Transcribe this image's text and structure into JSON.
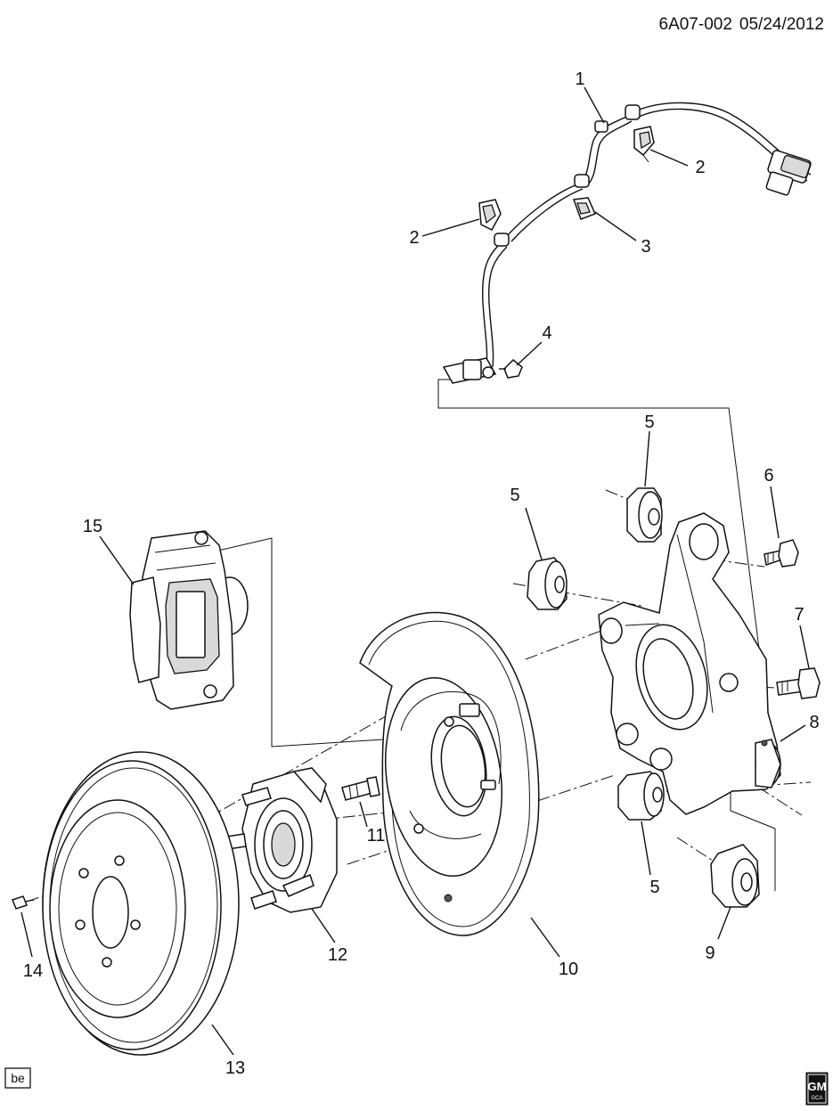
{
  "header": {
    "diagram_code": "6A07-002",
    "date": "05/24/2012"
  },
  "badge": {
    "text": "be"
  },
  "logo": {
    "main": "GM",
    "sub": "GCA"
  },
  "callouts": {
    "c1": "1",
    "c2a": "2",
    "c2b": "2",
    "c3": "3",
    "c4": "4",
    "c5a": "5",
    "c5b": "5",
    "c5c": "5",
    "c6": "6",
    "c7": "7",
    "c8": "8",
    "c9": "9",
    "c10": "10",
    "c11": "11",
    "c12": "12",
    "c13": "13",
    "c14": "14",
    "c15": "15"
  }
}
